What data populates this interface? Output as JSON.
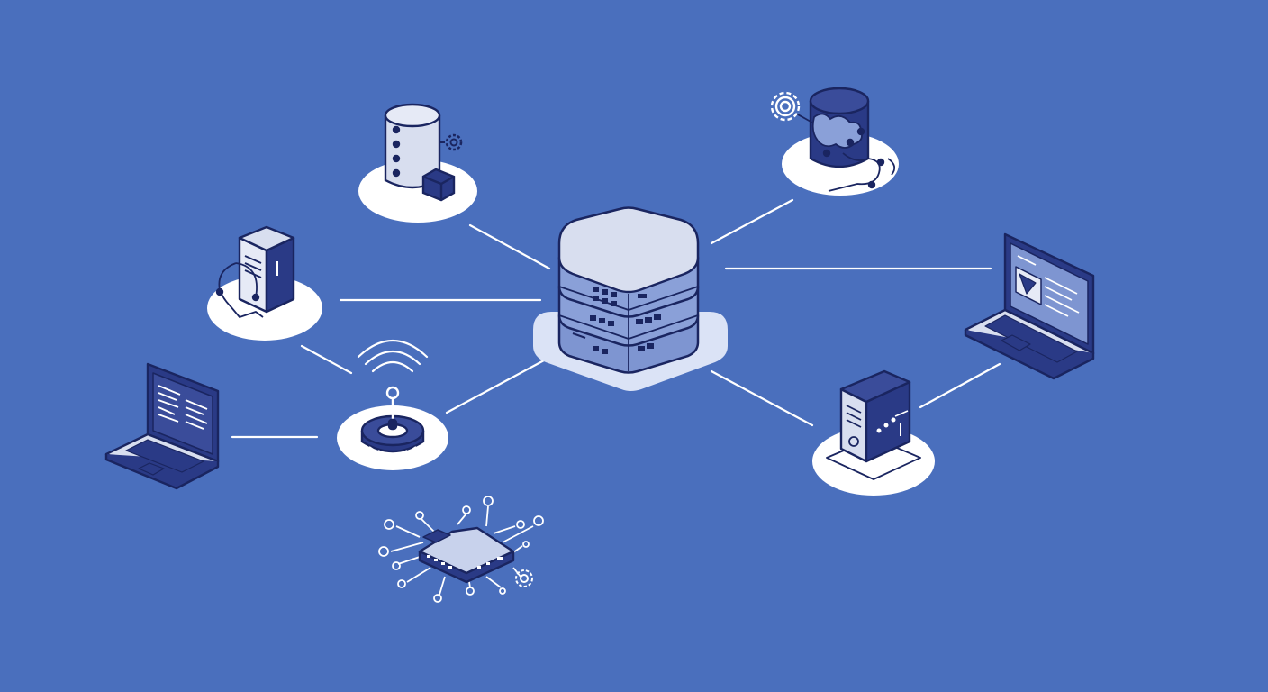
{
  "colors": {
    "background": "#4a6fbd",
    "node_halo": "#ffffff",
    "connector": "#ffffff",
    "outline": "#1a2560",
    "device_dark": "#2a3a86",
    "device_mid": "#7e95d1",
    "device_light": "#d8deef",
    "hub_plate": "#dbe3f6"
  },
  "nodes": [
    {
      "id": "central-server",
      "icon": "server-rack-icon"
    },
    {
      "id": "database-top-left",
      "icon": "database-gear-icon"
    },
    {
      "id": "database-top-right",
      "icon": "database-cloud-gear-icon"
    },
    {
      "id": "server-tower-left",
      "icon": "server-tower-icon"
    },
    {
      "id": "wifi-router",
      "icon": "wifi-router-icon"
    },
    {
      "id": "laptop-left",
      "icon": "laptop-icon"
    },
    {
      "id": "laptop-right",
      "icon": "laptop-icon"
    },
    {
      "id": "server-tower-right",
      "icon": "server-tower-icon"
    },
    {
      "id": "network-chip",
      "icon": "circuit-chip-icon"
    }
  ]
}
